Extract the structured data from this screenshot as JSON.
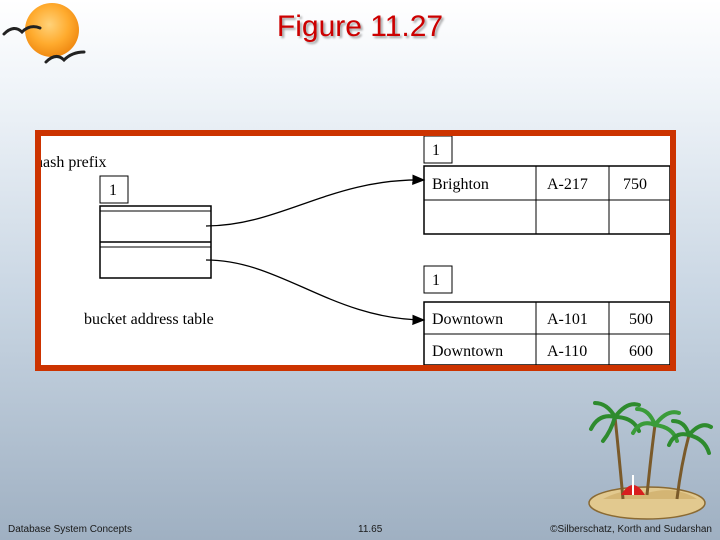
{
  "slide": {
    "title": "Figure 11.27"
  },
  "diagram": {
    "hash_prefix_label": "hash prefix",
    "table_prefix_value": "1",
    "bucket_address_label": "bucket address table",
    "buckets": [
      {
        "prefix": "1",
        "records": [
          {
            "branch": "Brighton",
            "account": "A-217",
            "balance": "750"
          },
          {
            "branch": "",
            "account": "",
            "balance": ""
          }
        ]
      },
      {
        "prefix": "1",
        "records": [
          {
            "branch": "Downtown",
            "account": "A-101",
            "balance": "500"
          },
          {
            "branch": "Downtown",
            "account": "A-110",
            "balance": "600"
          }
        ]
      }
    ]
  },
  "footer": {
    "left": "Database System Concepts",
    "center": "11.65",
    "right": "©Silberschatz, Korth and Sudarshan"
  },
  "icons": {
    "logo": "seagulls-sun-icon",
    "decoration": "palm-island-icon"
  },
  "colors": {
    "title": "#cc0000",
    "frame": "#cc3300"
  }
}
